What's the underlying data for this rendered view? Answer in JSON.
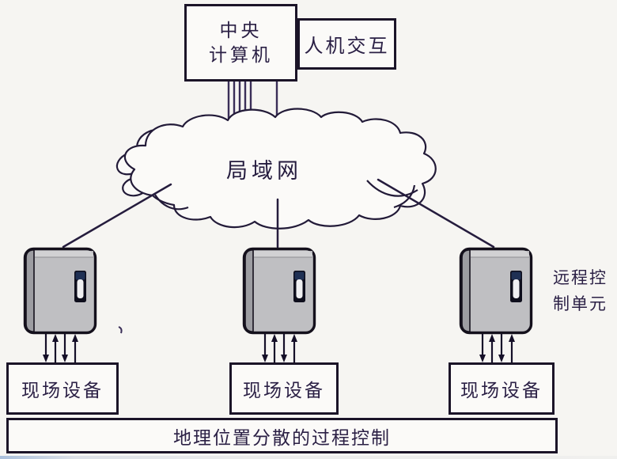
{
  "nodes": {
    "central_computer": {
      "line1": "中央",
      "line2": "计算机"
    },
    "hmi": {
      "label": "人机交互"
    },
    "lan": {
      "label": "局域网"
    },
    "rtu_label": {
      "line1": "远程控",
      "line2": "制单元"
    },
    "field_devices": [
      {
        "label": "现场设备"
      },
      {
        "label": "现场设备"
      },
      {
        "label": "现场设备"
      }
    ],
    "process_bar": {
      "label": "地理位置分散的过程控制"
    }
  },
  "icons": {
    "cabinet": "remote-control-unit-cabinet",
    "cloud": "lan-cloud",
    "arrows": "bidirectional-data-flow-arrows"
  },
  "colors": {
    "background": "#f6f5f2",
    "box_fill": "#fbfaf8",
    "border": "#1b1428",
    "text": "#2b2045",
    "line": "#2e2450",
    "cabinet_fill": "#bfbfc2",
    "cabinet_side": "#9d9da2",
    "cabinet_top_highlight": "#d3d3d6",
    "handle_plate": "#0e0e1c",
    "handle_accent": "#1f3054",
    "handle_slot": "#f0f0f2"
  }
}
